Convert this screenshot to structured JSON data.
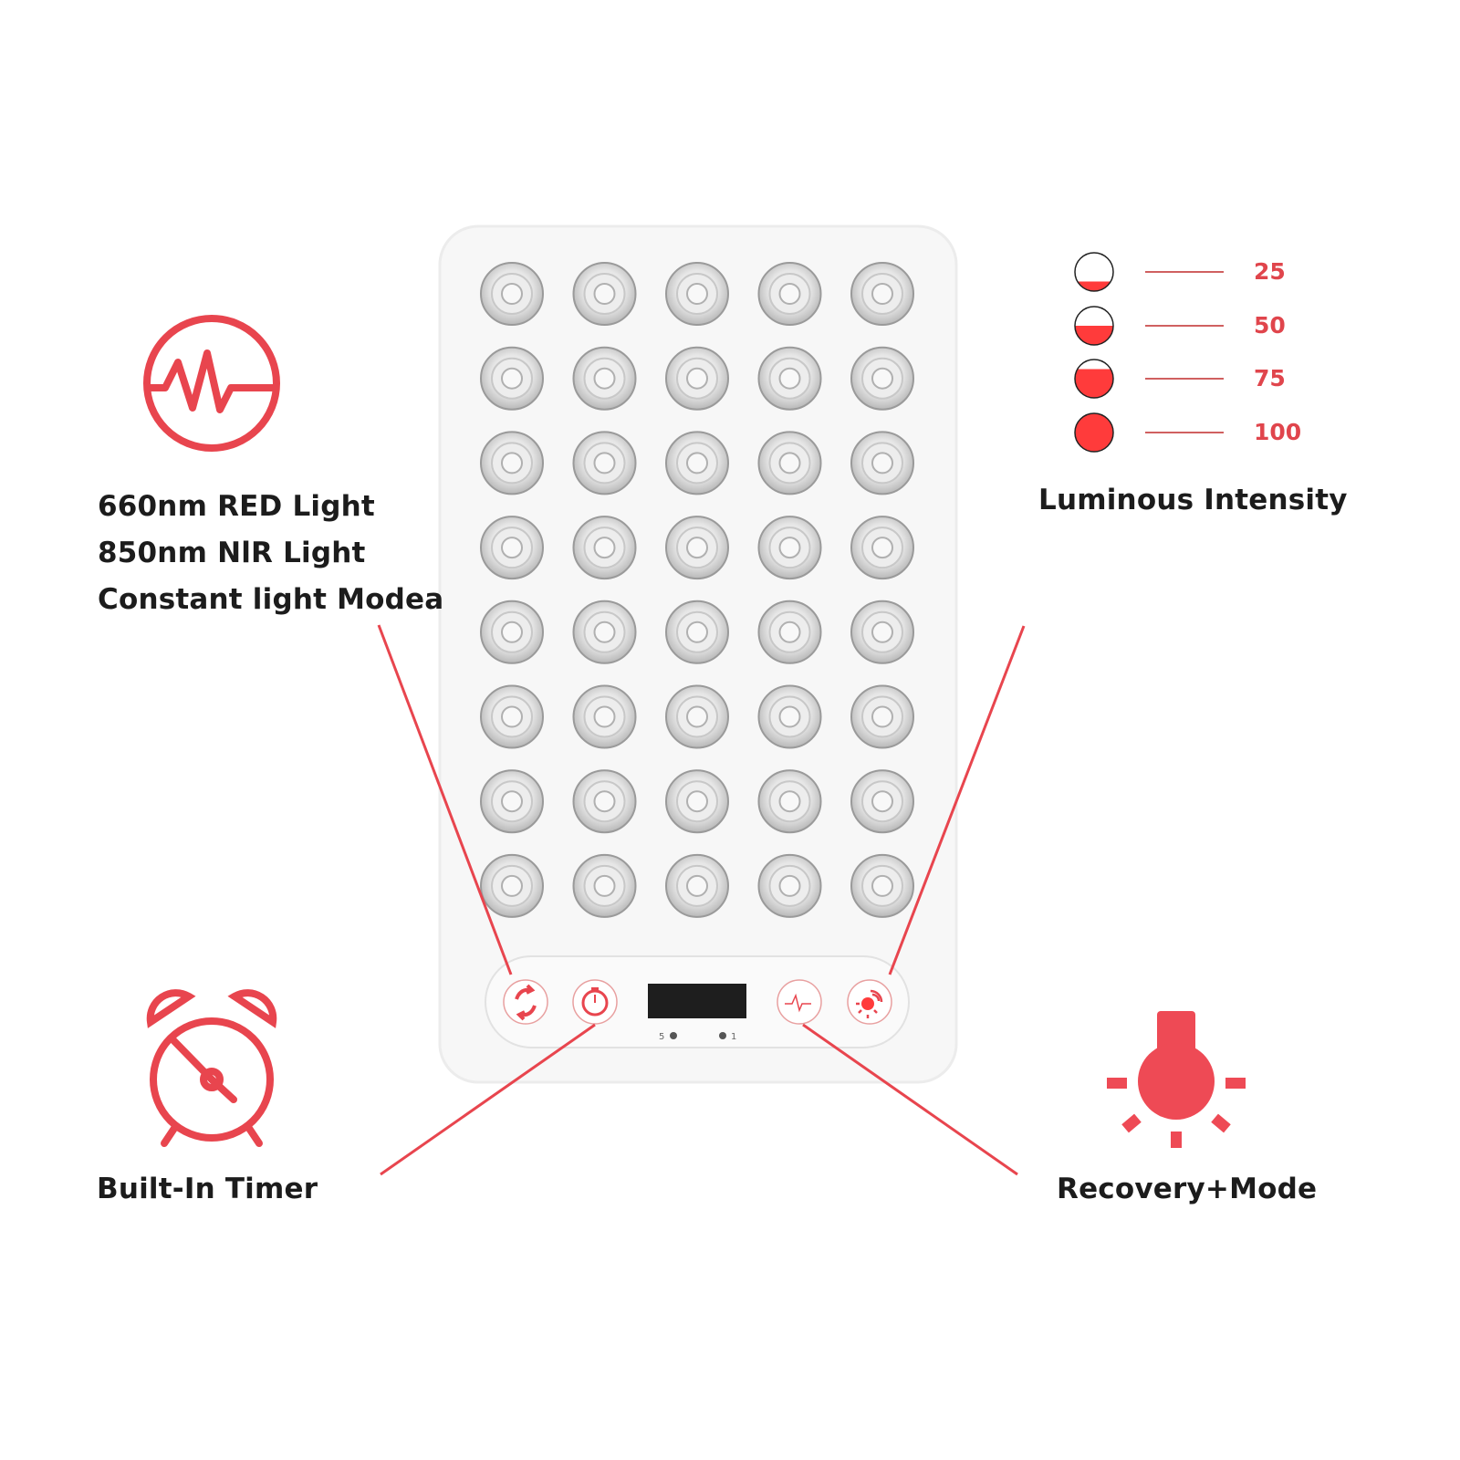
{
  "colors": {
    "accent": "#e8454e",
    "led_fill": "#ff3b3b",
    "panel": "#f6f6f6"
  },
  "features": {
    "line1": "660nm RED Light",
    "line2": "850nm NlR Light",
    "line3": "Constant light Modea"
  },
  "timer_label": "Built-In Timer",
  "recovery_label": "Recovery+Mode",
  "intensity": {
    "title": "Luminous Intensity",
    "levels": [
      {
        "label": "25",
        "fill": 0.25
      },
      {
        "label": "50",
        "fill": 0.5
      },
      {
        "label": "75",
        "fill": 0.75
      },
      {
        "label": "100",
        "fill": 1.0
      }
    ]
  },
  "panel": {
    "led_rows": 8,
    "led_cols": 5,
    "buttons": [
      "refresh-mode-icon",
      "timer-icon",
      "heartbeat-icon",
      "light-intensity-icon"
    ],
    "indicators": [
      "5",
      "1"
    ]
  }
}
